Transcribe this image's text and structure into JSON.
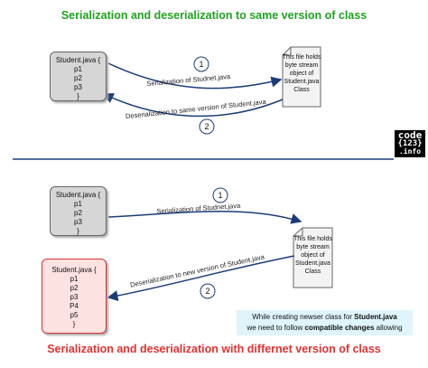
{
  "top": {
    "title": "Serialization and deserialization to same version of class",
    "class_box": [
      "Student.java {",
      "p1",
      "p2",
      "p3",
      "}"
    ],
    "file_doc": [
      "This file holds",
      "byte stream",
      "object of",
      "Student.java",
      "Class"
    ],
    "serialize_label": "Serialization of Studnet.java",
    "deserialize_label": "Deserialization to same version of Student.java",
    "step1": "1",
    "step2": "2"
  },
  "bottom": {
    "title": "Serialization and deserialization with differnet version of class",
    "class_box": [
      "Student.java {",
      "p1",
      "p2",
      "p3",
      "}"
    ],
    "file_doc": [
      "This file holds",
      "byte stream",
      "object of",
      "Student.java",
      "Class"
    ],
    "new_class_box": [
      "Student.java {",
      "p1",
      "p2",
      "p3",
      "P4",
      "p5",
      "}"
    ],
    "serialize_label": "Serialization of Studnet.java",
    "deserialize_label": "Deserialization to new version of Student.java",
    "step1": "1",
    "step2": "2",
    "note_line1_a": "While creating newser class for ",
    "note_line1_b": "Student.java",
    "note_line2_a": "we need to follow ",
    "note_line2_b": "compatible changes",
    "note_line2_c": " allowing"
  },
  "logo": {
    "line1": "code",
    "line2": "{123}",
    "line3": ".info"
  }
}
